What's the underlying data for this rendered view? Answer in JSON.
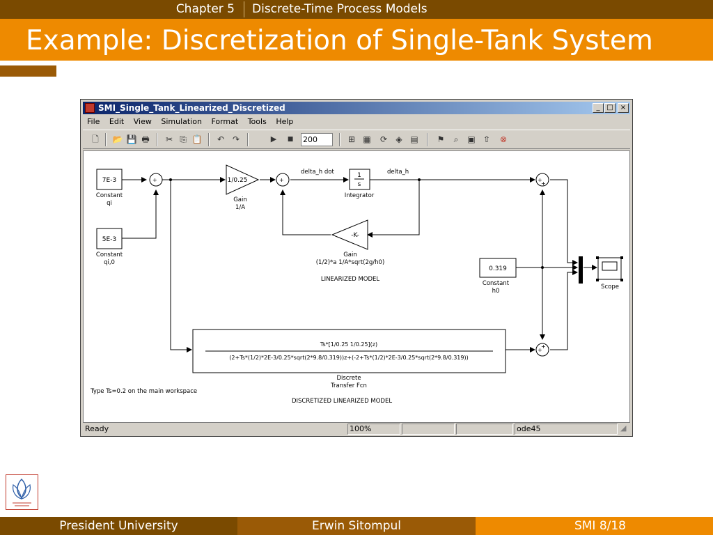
{
  "header": {
    "chapter": "Chapter 5",
    "chapter_title": "Discrete-Time Process Models",
    "title": "Example: Discretization of Single-Tank System"
  },
  "window": {
    "title": "SMI_Single_Tank_Linearized_Discretized",
    "min_btn": "_",
    "max_btn": "□",
    "close_btn": "×",
    "menu": [
      "File",
      "Edit",
      "View",
      "Simulation",
      "Format",
      "Tools",
      "Help"
    ],
    "stop_time": "200",
    "status": {
      "ready": "Ready",
      "zoom": "100%",
      "solver": "ode45"
    }
  },
  "diagram": {
    "const1_value": "7E-3",
    "const1_label1": "Constant",
    "const1_label2": "qi",
    "const2_value": "5E-3",
    "const2_label1": "Constant",
    "const2_label2": "qi,0",
    "gain1_value": "1/0.25",
    "gain1_label1": "Gain",
    "gain1_label2": "1/A",
    "sig_delta_h_dot": "delta_h dot",
    "integ_num": "1",
    "integ_den": "s",
    "integ_label": "Integrator",
    "sig_delta_h": "delta_h",
    "gain2_value": "-K-",
    "gain2_label1": "Gain",
    "gain2_label2": "(1/2)*a 1/A*sqrt(2g/h0)",
    "linearized_label": "LINEARIZED MODEL",
    "const3_value": "0.319",
    "const3_label1": "Constant",
    "const3_label2": "h0",
    "scope_label": "Scope",
    "tf_num": "Ts*[1/0.25 1/0.25](z)",
    "tf_den": "(2+Ts*(1/2)*2E-3/0.25*sqrt(2*9.8/0.319))z+(-2+Ts*(1/2)*2E-3/0.25*sqrt(2*9.8/0.319))",
    "tf_label1": "Discrete",
    "tf_label2": "Transfer Fcn",
    "note": "Type Ts=0.2 on the main workspace",
    "discretized_label": "DISCRETIZED LINEARIZED MODEL",
    "sum_plus": "+",
    "sum_minus": "_"
  },
  "footer": {
    "university": "President University",
    "author": "Erwin Sitompul",
    "page": "SMI 8/18"
  },
  "colors": {
    "dark_brown": "#7a4a00",
    "brown": "#9a5a06",
    "orange": "#ee8a00"
  }
}
